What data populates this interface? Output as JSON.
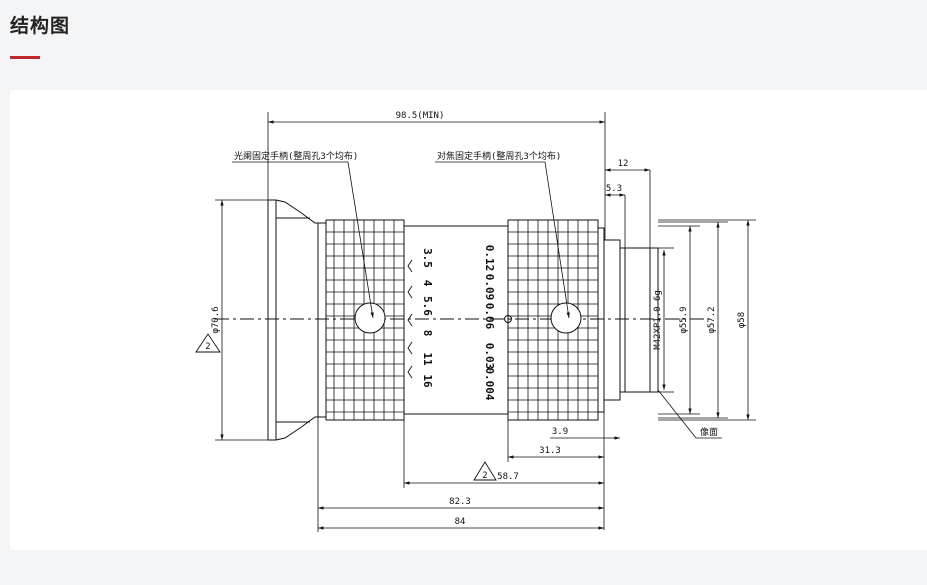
{
  "section": {
    "title": "结构图",
    "accent_color": "#c0282d"
  },
  "drawing": {
    "dimensions": {
      "overall_min": "98.5(MIN)",
      "d12": "12",
      "d5_3": "5.3",
      "d3_9": "3.9",
      "d31_3": "31.3",
      "d58_7": "58.7",
      "d82_3": "82.3",
      "d84": "84",
      "dia70_6": "φ70.6",
      "dia55_9": "φ55.9",
      "dia57_2": "φ57.2",
      "dia58": "φ58",
      "thread": "M42XP1.0-6g"
    },
    "notes": {
      "aperture_screw": "光阑固定手柄(整周孔3个均布)",
      "focus_screw": "对焦固定手柄(整周孔3个均布)",
      "image_plane": "像面",
      "revision_mark": "2"
    },
    "aperture_scale": [
      "3.5",
      "4",
      "5.6",
      "8",
      "11",
      "16"
    ],
    "focus_scale": [
      "0.12",
      "0.09",
      "0.06",
      "0.03",
      "0.004"
    ]
  }
}
